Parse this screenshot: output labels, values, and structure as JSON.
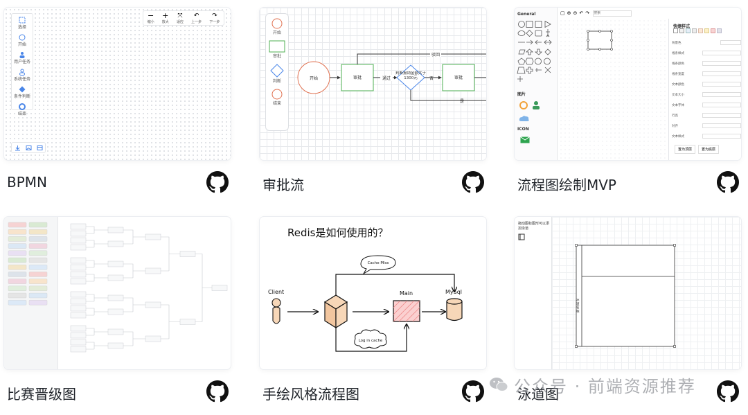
{
  "cards": [
    {
      "title": "BPMN",
      "palette": [
        "选择",
        "开始",
        "用户任务",
        "系统任务",
        "条件判断",
        "结束"
      ],
      "toolbar": [
        "缩小",
        "放大",
        "适应",
        "上一步",
        "下一步"
      ]
    },
    {
      "title": "审批流",
      "palette": [
        "开始",
        "审批",
        "判断",
        "结束"
      ],
      "flow": {
        "start": "开始",
        "approve1": "审批",
        "edge_pass": "通过",
        "decision": "判断报销金额大于1300元",
        "edge_no": "否",
        "approve2": "审批",
        "edge_reject": "驳回",
        "edge_yes": "是"
      }
    },
    {
      "title": "流程图绘制MVP",
      "left_sections": [
        "General",
        "图片",
        "ICON"
      ],
      "right_title": "快捷样式",
      "props": [
        "背景色",
        "线条样式",
        "线条颜色",
        "线条宽度",
        "文本颜色",
        "文本大小",
        "文本字体",
        "行高",
        "对齐",
        "文本样式"
      ],
      "buttons": [
        "置为顶层",
        "置为底层"
      ],
      "search_placeholder": "搜索"
    },
    {
      "title": "比赛晋级图"
    },
    {
      "title": "手绘风格流程图",
      "heading": "Redis是如何使用的？",
      "labels": {
        "client": "Client",
        "main": "Main",
        "mysql": "MySql",
        "cache_miss": "Cache Miss",
        "log_cache": "Log in cache"
      }
    },
    {
      "title": "泳道图",
      "hint": "拖动图标图形可以添加泳道",
      "lane": "泳道名称"
    }
  ],
  "watermark": "公众号 · 前端资源推荐"
}
